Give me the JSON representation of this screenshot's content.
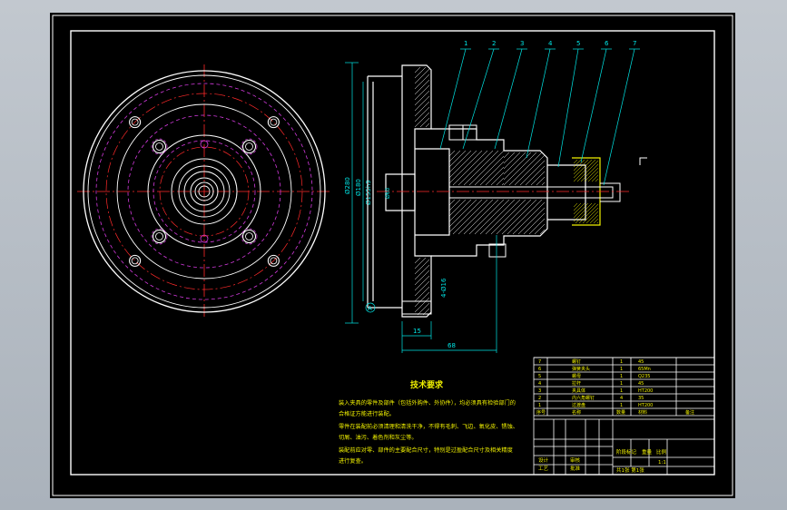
{
  "drawing": {
    "callouts": [
      "1",
      "2",
      "3",
      "4",
      "5",
      "6",
      "7"
    ],
    "dimensions": {
      "dia_outer": "Ø280",
      "dia_mid": "Ø180",
      "dia_inner": "Ø155h9",
      "length_total": "68",
      "length_flange": "15",
      "bolt_hole": "4-Ø16",
      "datum": "A",
      "bore": "Ø60"
    },
    "tech_req": {
      "title": "技术要求",
      "lines": [
        "装入夹具的零件及部件（包括外购件、外协件），均必须具有检验部门的",
        "合格证方能进行装配。",
        "零件在装配前必须清理和清洗干净，不得有毛刺、飞边、氧化皮、锈蚀、",
        "切屑、油污、着色剂和灰尘等。",
        "装配前应对零、部件的主要配合尺寸，特别是过盈配合尺寸及相关精度",
        "进行复查。"
      ]
    },
    "bom": {
      "rows": [
        {
          "no": "7",
          "name": "螺钉",
          "qty": "1",
          "mat": "45"
        },
        {
          "no": "6",
          "name": "弹簧夹头",
          "qty": "1",
          "mat": "65Mn"
        },
        {
          "no": "5",
          "name": "螺母",
          "qty": "1",
          "mat": "Q235"
        },
        {
          "no": "4",
          "name": "拉杆",
          "qty": "1",
          "mat": "45"
        },
        {
          "no": "3",
          "name": "夹具体",
          "qty": "1",
          "mat": "HT200"
        },
        {
          "no": "2",
          "name": "内六角螺钉",
          "qty": "4",
          "mat": "35"
        },
        {
          "no": "1",
          "name": "过渡盘",
          "qty": "1",
          "mat": "HT200"
        }
      ],
      "header": {
        "no": "序号",
        "name": "名称",
        "qty": "数量",
        "mat": "材料",
        "note": "备注"
      },
      "title_block": {
        "design": "设计",
        "check": "审核",
        "process": "工艺",
        "approve": "批准",
        "scale": "1:1",
        "sheet": "共1张 第1张",
        "stage": "阶段标记",
        "weight": "重量",
        "ratio": "比例"
      }
    }
  },
  "colors": {
    "frame": "#ffffff",
    "part": "#ffffff",
    "centerline": "#ff2a2a",
    "dimension": "#00e5e5",
    "hidden": "#d43adf",
    "hatch": "#ffffff",
    "highlight": "#f0f000",
    "text": "#f0f000",
    "tech_text": "#f0f000",
    "callout": "#00e5e5",
    "table_line": "#ffffff"
  }
}
